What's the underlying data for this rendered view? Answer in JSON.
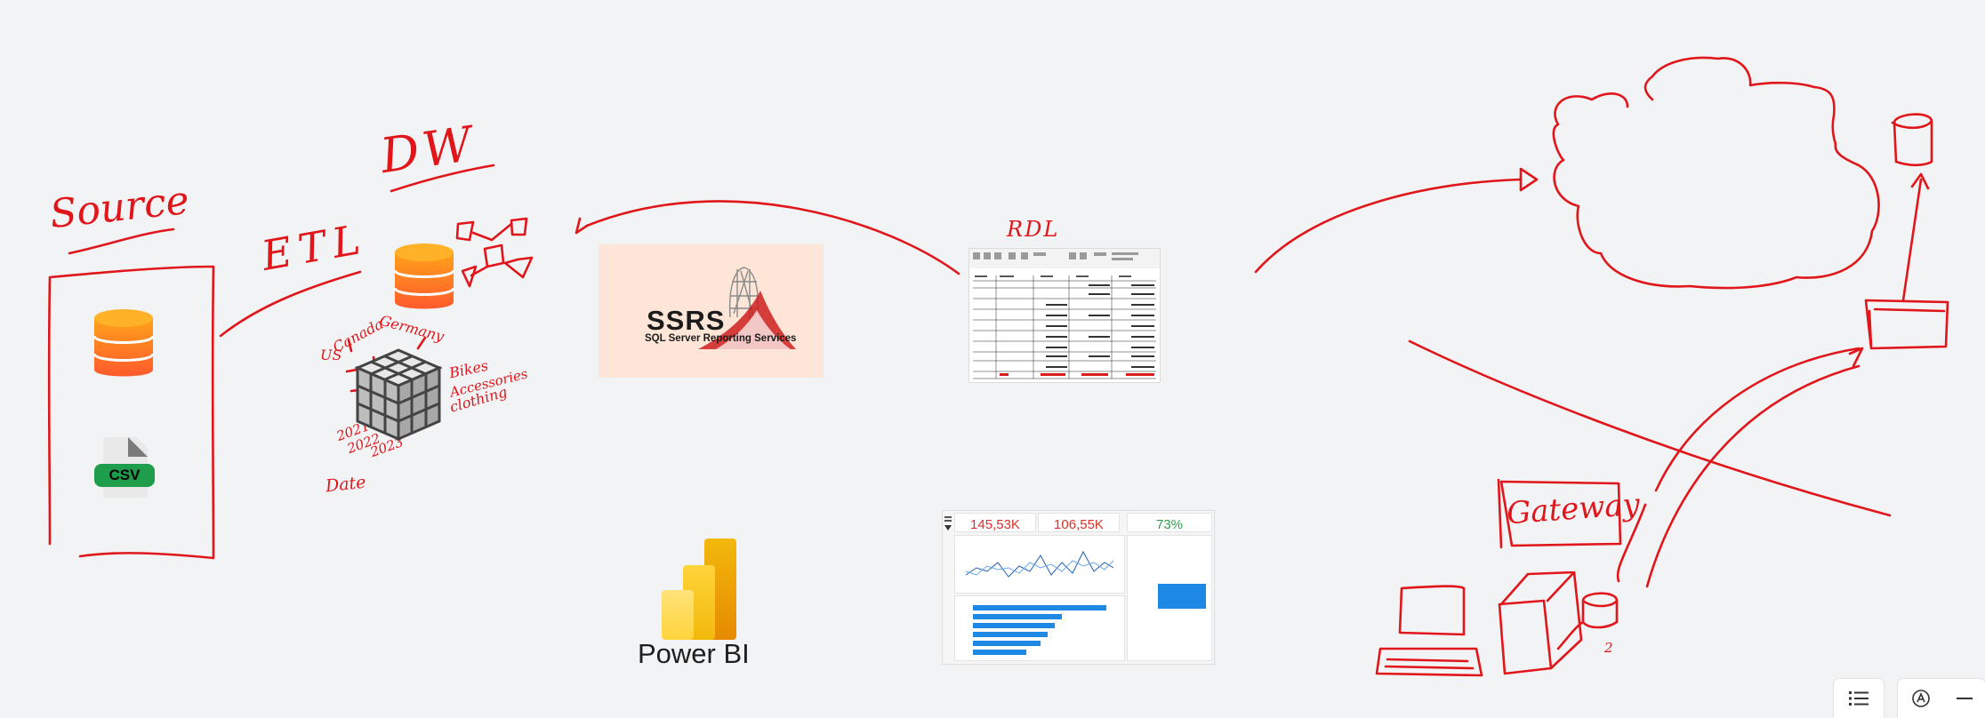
{
  "labels": {
    "source": "Source",
    "dw": "DW",
    "etl": "ETL",
    "canada": "Canada",
    "germany": "Germany",
    "us": "US",
    "bikes": "Bikes",
    "accessories": "Accessories",
    "clothing": "clothing",
    "y2021": "2021",
    "y2022": "2022",
    "y2023": "2023",
    "date": "Date",
    "rdl": "RDL",
    "gateway": "Gateway",
    "small_mark": "2"
  },
  "csv": {
    "label": "CSV"
  },
  "ssrs": {
    "title": "SSRS",
    "subtitle": "SQL Server Reporting  Services"
  },
  "powerbi": {
    "label": "Power BI"
  },
  "dashboard": {
    "kpi1": "145,53K",
    "kpi2": "106,55K",
    "kpi3": "73%"
  },
  "controls": {
    "list_icon": "list-icon",
    "pen_icon": "pen-icon",
    "minimize_icon": "minimize-icon"
  },
  "colors": {
    "ink": "#e0161b",
    "db_orange": "#f7931e",
    "db_orange_dark": "#ff5e2b",
    "csv_green": "#1e9e4b",
    "pbi_yellow": "#f2c811",
    "dash_blue": "#1e88e5"
  }
}
